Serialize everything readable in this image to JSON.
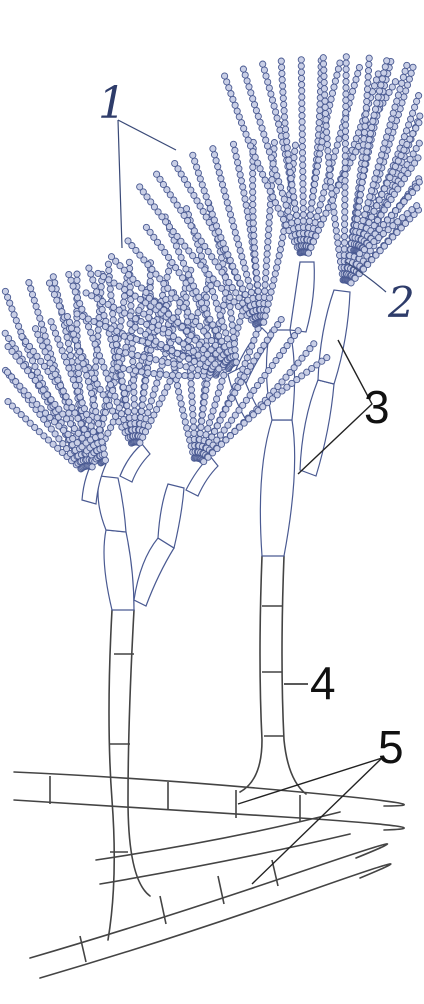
{
  "labels": {
    "spores": "1",
    "sterigmata": "2",
    "branches": "3",
    "conidiophore": "4",
    "mycelium": "5"
  }
}
